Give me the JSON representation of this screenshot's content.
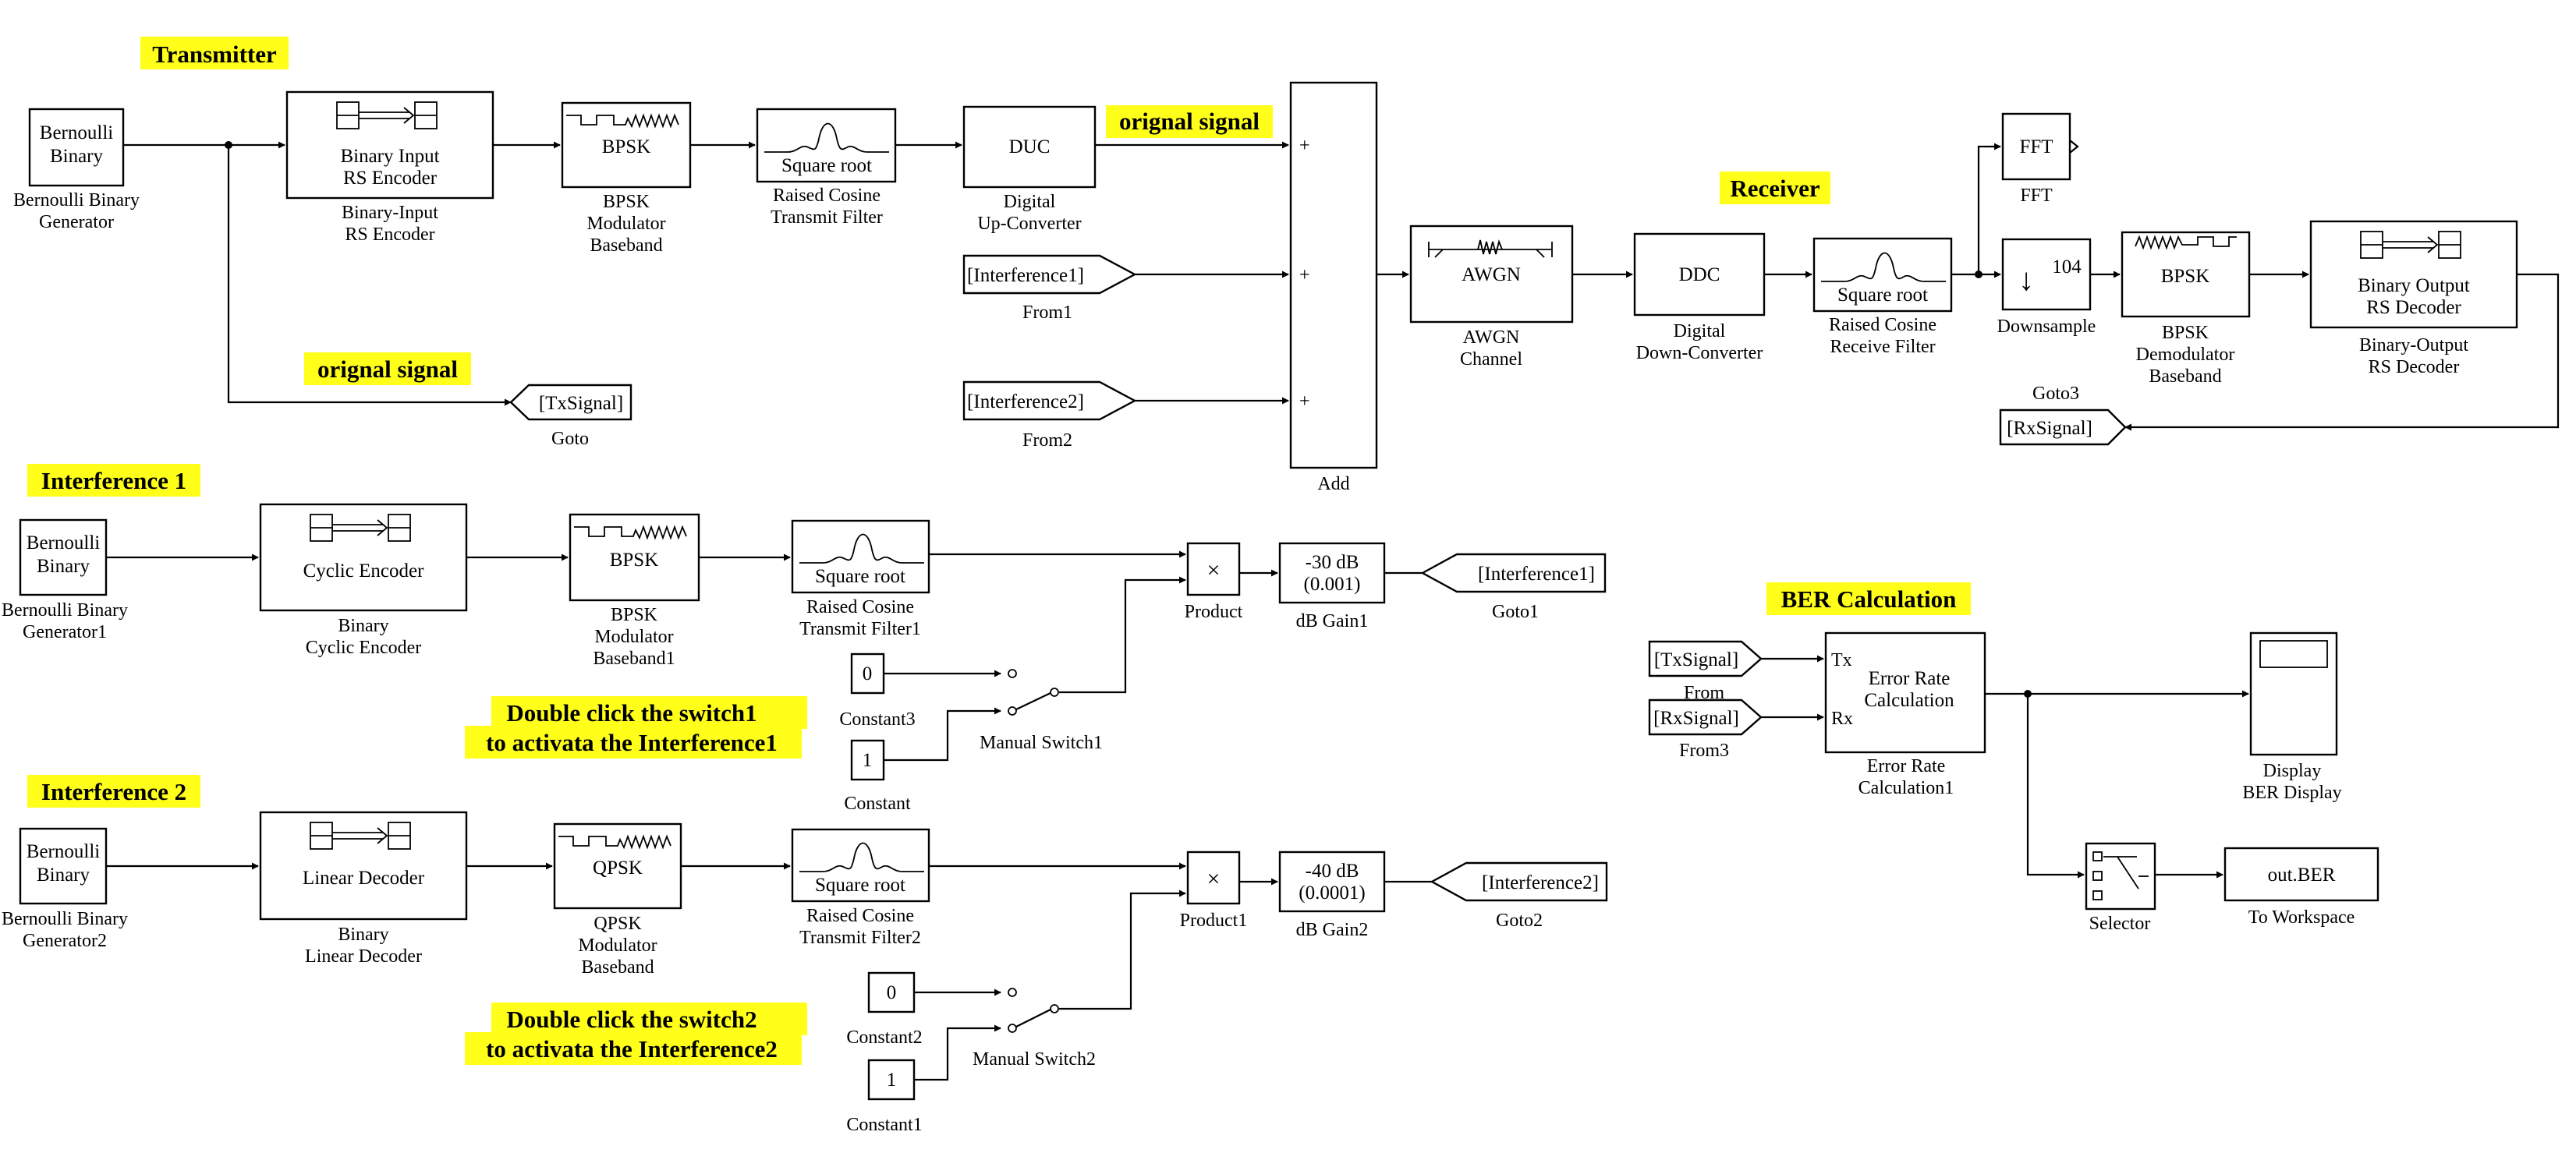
{
  "labels": {
    "transmitter": "Transmitter",
    "receiver": "Receiver",
    "interference1": "Interference 1",
    "interference2": "Interference 2",
    "ber_calc": "BER Calculation",
    "orignal_signal": "orignal signal",
    "switch1_note": [
      "Double click the switch1",
      "to activata the Interference1"
    ],
    "switch2_note": [
      "Double click the switch2",
      "to activata the Interference2"
    ]
  },
  "blocks": {
    "bernoulli": {
      "inner": [
        "Bernoulli",
        "Binary"
      ],
      "cap": [
        "Bernoulli Binary",
        "Generator"
      ]
    },
    "rs_encoder": {
      "inner": [
        "Binary Input",
        "RS Encoder"
      ],
      "cap": [
        "Binary-Input",
        "RS Encoder"
      ]
    },
    "bpsk_mod": {
      "inner": [
        "BPSK"
      ],
      "cap": [
        "BPSK",
        "Modulator",
        "Baseband"
      ]
    },
    "rc_tx": {
      "inner": [
        "Square root"
      ],
      "cap": [
        "Raised Cosine",
        "Transmit Filter"
      ]
    },
    "duc": {
      "inner": [
        "DUC"
      ],
      "cap": [
        "Digital",
        "Up-Converter"
      ]
    },
    "from1": {
      "inner": [
        "[Interference1]"
      ],
      "cap": [
        "From1"
      ]
    },
    "from2": {
      "inner": [
        "[Interference2]"
      ],
      "cap": [
        "From2"
      ]
    },
    "goto": {
      "inner": [
        "[TxSignal]"
      ],
      "cap": [
        "Goto"
      ]
    },
    "add": {
      "cap": [
        "Add"
      ],
      "signs": [
        "+",
        "+",
        "+"
      ]
    },
    "awgn": {
      "inner": [
        "AWGN"
      ],
      "cap": [
        "AWGN",
        "Channel"
      ]
    },
    "ddc": {
      "inner": [
        "DDC"
      ],
      "cap": [
        "Digital",
        "Down-Converter"
      ]
    },
    "rc_rx": {
      "inner": [
        "Square root"
      ],
      "cap": [
        "Raised Cosine",
        "Receive Filter"
      ]
    },
    "fft": {
      "inner": [
        "FFT"
      ],
      "cap": [
        "FFT"
      ]
    },
    "downsample": {
      "inner": [
        "↓",
        "104"
      ],
      "cap": [
        "Downsample"
      ]
    },
    "bpsk_demod": {
      "inner": [
        "BPSK"
      ],
      "cap": [
        "BPSK",
        "Demodulator",
        "Baseband"
      ]
    },
    "rs_decoder": {
      "inner": [
        "Binary Output",
        "RS Decoder"
      ],
      "cap": [
        "Binary-Output",
        "RS Decoder"
      ]
    },
    "goto3": {
      "inner": [
        "[RxSignal]"
      ],
      "cap": [
        "Goto3"
      ]
    },
    "bernoulli1": {
      "inner": [
        "Bernoulli",
        "Binary"
      ],
      "cap": [
        "Bernoulli Binary",
        "Generator1"
      ]
    },
    "cyclic": {
      "inner": [
        "Cyclic Encoder"
      ],
      "cap": [
        "Binary",
        "Cyclic Encoder"
      ]
    },
    "bpsk1": {
      "inner": [
        "BPSK"
      ],
      "cap": [
        "BPSK",
        "Modulator",
        "Baseband1"
      ]
    },
    "rc_tx1": {
      "inner": [
        "Square root"
      ],
      "cap": [
        "Raised Cosine",
        "Transmit Filter1"
      ]
    },
    "product": {
      "inner": [
        "×"
      ],
      "cap": [
        "Product"
      ]
    },
    "gain1": {
      "inner": [
        "-30 dB",
        "(0.001)"
      ],
      "cap": [
        "dB Gain1"
      ]
    },
    "goto1": {
      "inner": [
        "[Interference1]"
      ],
      "cap": [
        "Goto1"
      ]
    },
    "constant3": {
      "inner": [
        "0"
      ],
      "cap": [
        "Constant3"
      ]
    },
    "constant": {
      "inner": [
        "1"
      ],
      "cap": [
        "Constant"
      ]
    },
    "switch1": {
      "cap": [
        "Manual Switch1"
      ]
    },
    "bernoulli2": {
      "inner": [
        "Bernoulli",
        "Binary"
      ],
      "cap": [
        "Bernoulli Binary",
        "Generator2"
      ]
    },
    "linear": {
      "inner": [
        "Linear Decoder"
      ],
      "cap": [
        "Binary",
        "Linear Decoder"
      ]
    },
    "qpsk": {
      "inner": [
        "QPSK"
      ],
      "cap": [
        "QPSK",
        "Modulator",
        "Baseband"
      ]
    },
    "rc_tx2": {
      "inner": [
        "Square root"
      ],
      "cap": [
        "Raised Cosine",
        "Transmit Filter2"
      ]
    },
    "product1": {
      "inner": [
        "×"
      ],
      "cap": [
        "Product1"
      ]
    },
    "gain2": {
      "inner": [
        "-40 dB",
        "(0.0001)"
      ],
      "cap": [
        "dB Gain2"
      ]
    },
    "goto2": {
      "inner": [
        "[Interference2]"
      ],
      "cap": [
        "Goto2"
      ]
    },
    "constant2": {
      "inner": [
        "0"
      ],
      "cap": [
        "Constant2"
      ]
    },
    "constant1": {
      "inner": [
        "1"
      ],
      "cap": [
        "Constant1"
      ]
    },
    "switch2": {
      "cap": [
        "Manual Switch2"
      ]
    },
    "from_tx": {
      "inner": [
        "[TxSignal]"
      ],
      "cap": [
        "From"
      ]
    },
    "from3": {
      "inner": [
        "[RxSignal]"
      ],
      "cap": [
        "From3"
      ]
    },
    "err_rate": {
      "inner": [
        "Error Rate",
        "Calculation"
      ],
      "ports": [
        "Tx",
        "Rx"
      ],
      "cap": [
        "Error Rate",
        "Calculation1"
      ]
    },
    "display": {
      "cap": [
        "Display",
        "BER Display"
      ]
    },
    "selector": {
      "cap": [
        "Selector"
      ]
    },
    "to_ws": {
      "inner": [
        "out.BER"
      ],
      "cap": [
        "To Workspace"
      ]
    }
  }
}
